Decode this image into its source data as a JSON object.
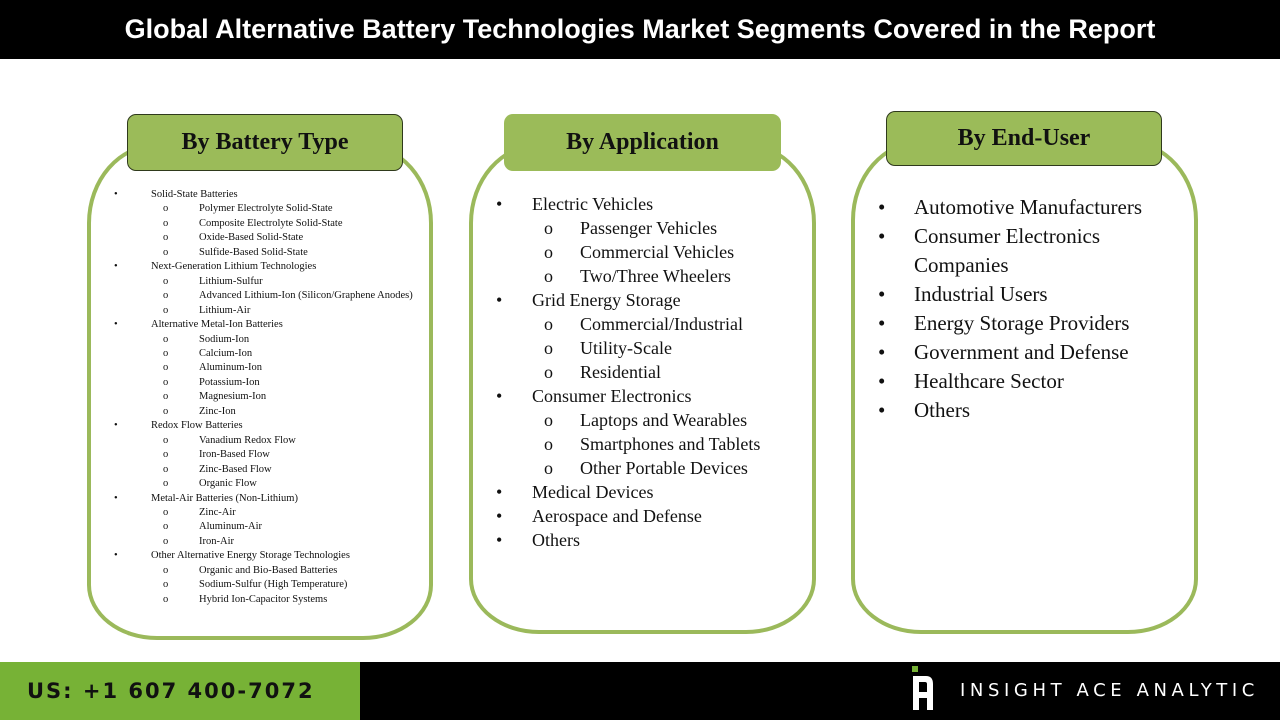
{
  "title": "Global Alternative Battery Technologies Market Segments Covered in the Report",
  "colors": {
    "accent_green": "#9bbb59",
    "footer_green": "#77b236",
    "border_green": "#9bb95b",
    "title_bg": "#000000"
  },
  "bullets": {
    "level1": "•",
    "level2": "o"
  },
  "panels": [
    {
      "heading": "By Battery Type",
      "items": [
        {
          "label": "Solid-State Batteries",
          "children": [
            "Polymer Electrolyte Solid-State",
            "Composite Electrolyte Solid-State",
            "Oxide-Based Solid-State",
            "Sulfide-Based Solid-State"
          ]
        },
        {
          "label": "Next-Generation Lithium Technologies",
          "children": [
            "Lithium-Sulfur",
            "Advanced Lithium-Ion (Silicon/Graphene Anodes)",
            "Lithium-Air"
          ]
        },
        {
          "label": "Alternative Metal-Ion Batteries",
          "children": [
            "Sodium-Ion",
            "Calcium-Ion",
            "Aluminum-Ion",
            "Potassium-Ion",
            "Magnesium-Ion",
            "Zinc-Ion"
          ]
        },
        {
          "label": "Redox Flow Batteries",
          "children": [
            "Vanadium Redox Flow",
            "Iron-Based Flow",
            "Zinc-Based Flow",
            "Organic Flow"
          ]
        },
        {
          "label": "Metal-Air Batteries (Non-Lithium)",
          "children": [
            "Zinc-Air",
            "Aluminum-Air",
            "Iron-Air"
          ]
        },
        {
          "label": "Other Alternative Energy Storage Technologies",
          "children": [
            "Organic and Bio-Based Batteries",
            "Sodium-Sulfur (High Temperature)",
            "Hybrid Ion-Capacitor Systems"
          ]
        }
      ]
    },
    {
      "heading": "By Application",
      "items": [
        {
          "label": "Electric Vehicles",
          "children": [
            "Passenger Vehicles",
            "Commercial Vehicles",
            "Two/Three Wheelers"
          ]
        },
        {
          "label": "Grid Energy Storage",
          "children": [
            "Commercial/Industrial",
            "Utility-Scale",
            "Residential"
          ]
        },
        {
          "label": "Consumer Electronics",
          "children": [
            "Laptops and Wearables",
            "Smartphones and Tablets",
            "Other Portable Devices"
          ]
        },
        {
          "label": "Medical Devices",
          "children": []
        },
        {
          "label": "Aerospace and Defense",
          "children": []
        },
        {
          "label": "Others",
          "children": []
        }
      ]
    },
    {
      "heading": "By End-User",
      "items": [
        {
          "label": "Automotive Manufacturers",
          "children": []
        },
        {
          "label": "Consumer Electronics Companies",
          "children": []
        },
        {
          "label": "Industrial Users",
          "children": []
        },
        {
          "label": "Energy Storage Providers",
          "children": []
        },
        {
          "label": "Government and Defense",
          "children": []
        },
        {
          "label": "Healthcare Sector",
          "children": []
        },
        {
          "label": "Others",
          "children": []
        }
      ]
    }
  ],
  "footer": {
    "phone": "US: +1 607 400-7072",
    "brand": "INSIGHT ACE ANALYTIC",
    "logo_icon": "insight-ace-logo-icon"
  }
}
